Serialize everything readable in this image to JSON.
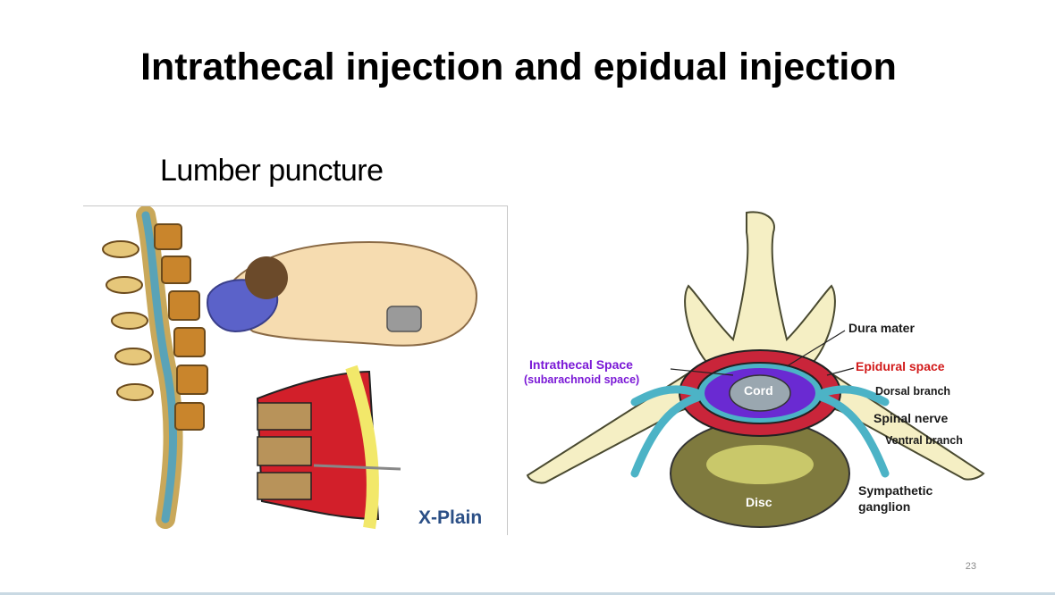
{
  "slide": {
    "title": "Intrathecal injection and epidual injection",
    "subtitle": "Lumber puncture",
    "slide_number": "23"
  },
  "left_figure": {
    "watermark": "X-Plain"
  },
  "right_figure": {
    "labels": {
      "intrathecal": "Intrathecal Space",
      "subarachnoid": "(subarachnoid space)",
      "dura": "Dura mater",
      "epidural": "Epidural space",
      "dorsal": "Dorsal branch",
      "spinal_nerve": "Spinal nerve",
      "ventral": "Ventral branch",
      "sympathetic_1": "Sympathetic",
      "sympathetic_2": "ganglion",
      "cord": "Cord",
      "disc": "Disc"
    }
  },
  "colors": {
    "intrathecal_label": "#7a18d6",
    "epidural_label": "#d21a1a",
    "bone": "#f5efc4",
    "dura": "#4cb3c6",
    "epidural_fat": "#c9253a",
    "csf": "#6a2ad2",
    "disc": "#7f7a3e"
  }
}
